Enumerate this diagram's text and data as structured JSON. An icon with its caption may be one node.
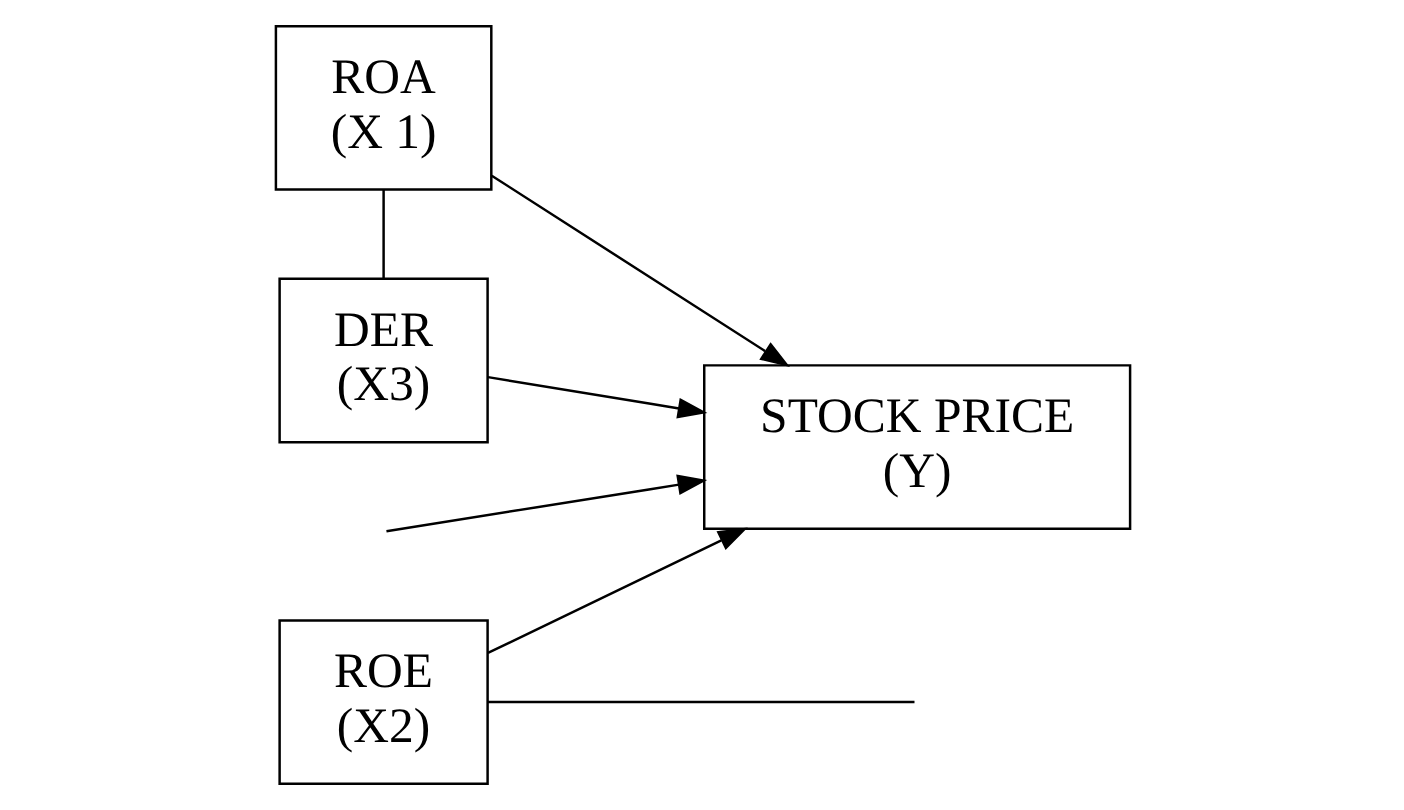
{
  "diagram": {
    "nodes": [
      {
        "text": [
          "ROA",
          "(X 1)"
        ]
      },
      {
        "text": [
          "ROE",
          "(X2)"
        ]
      },
      {
        "text": [
          "DER",
          "(X3)"
        ]
      },
      {
        "text": [
          "STOCK PRICE",
          "(Y)"
        ]
      }
    ],
    "edges": [
      {
        "from": 0,
        "to": 3,
        "arrow": "to"
      },
      {
        "from": 1,
        "to": 3,
        "arrow": "to"
      },
      {
        "from": 2,
        "to": 3,
        "arrow": "to"
      },
      {
        "from": 0,
        "to": 2,
        "arrow": "none"
      },
      {
        "from": 1,
        "to": null,
        "arrow": "none"
      },
      {
        "from": null,
        "to": 3,
        "arrow": "to"
      }
    ]
  }
}
